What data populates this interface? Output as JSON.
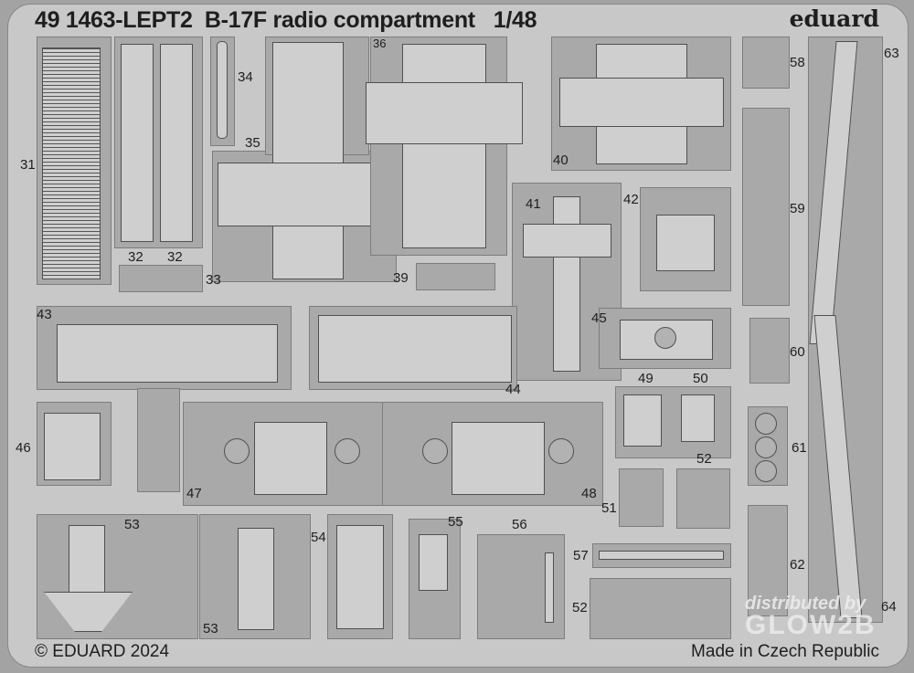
{
  "header": {
    "code": "49 1463-LEPT2",
    "title": "B-17F radio compartment",
    "scale": "1/48",
    "brand": "eduard"
  },
  "footer": {
    "copyright": "© EDUARD 2024",
    "origin": "Made in Czech Republic"
  },
  "watermark": {
    "line1": "distributed by",
    "line2": "GLOW2B"
  },
  "part_numbers": {
    "p31": "31",
    "p32a": "32",
    "p32b": "32",
    "p33": "33",
    "p34": "34",
    "p35": "35",
    "p36": "36",
    "p39": "39",
    "p40": "40",
    "p41": "41",
    "p42": "42",
    "p43": "43",
    "p44": "44",
    "p45": "45",
    "p46": "46",
    "p47": "47",
    "p48": "48",
    "p49": "49",
    "p50": "50",
    "p51": "51",
    "p52a": "52",
    "p52b": "52",
    "p53a": "53",
    "p53b": "53",
    "p54": "54",
    "p55": "55",
    "p56": "56",
    "p57": "57",
    "p58": "58",
    "p59": "59",
    "p60": "60",
    "p61": "61",
    "p62": "62",
    "p63": "63",
    "p64": "64"
  }
}
